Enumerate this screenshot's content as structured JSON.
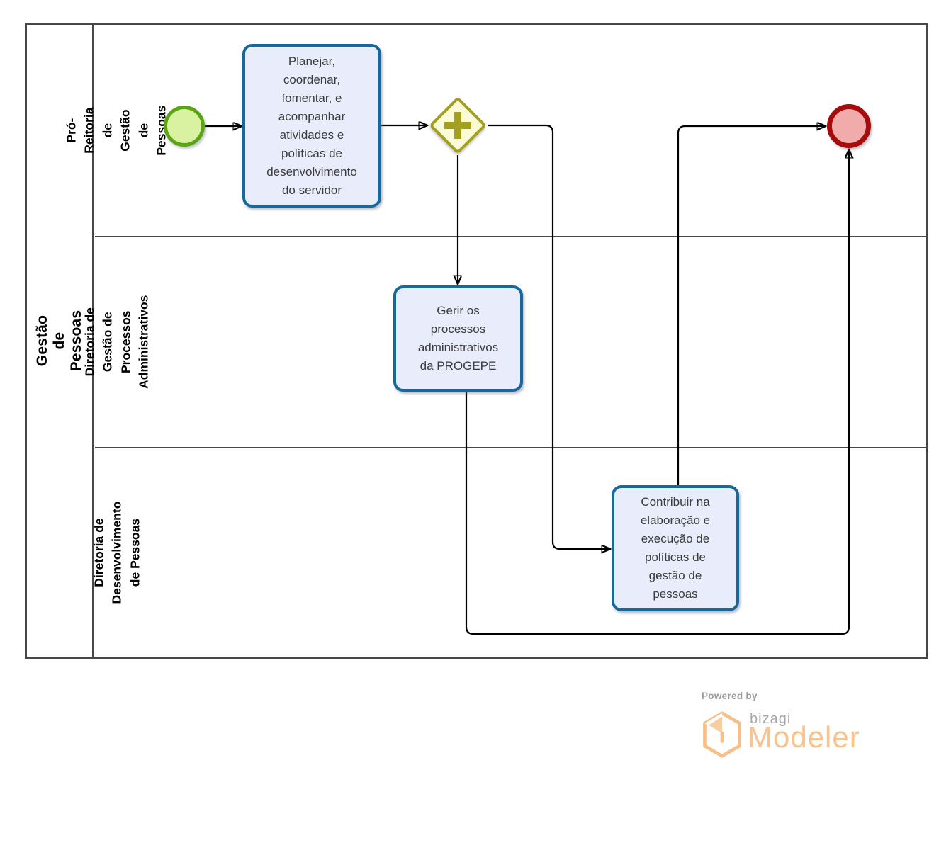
{
  "pool": {
    "title": "Gestão de Pessoas"
  },
  "lanes": [
    {
      "label": "Pró-Reitoria de Gestão de\nPessoas"
    },
    {
      "label": "Diretoria de Gestão de\nProcessos Administrativos"
    },
    {
      "label": "Diretoria de Desenvolvimento\nde Pessoas"
    }
  ],
  "nodes": {
    "start_event": {
      "type": "start-event"
    },
    "task1": {
      "text": "Planejar,\ncoordenar,\nfomentar, e\nacompanhar\natividades e\npolíticas de\ndesenvolvimento\ndo servidor"
    },
    "gateway": {
      "type": "parallel-gateway"
    },
    "task2": {
      "text": "Gerir os\nprocessos\nadministrativos\nda PROGEPE"
    },
    "task3": {
      "text": "Contribuir na\nelaboração e\nexecução de\npolíticas de\ngestão de\npessoas"
    },
    "end_event": {
      "type": "end-event"
    }
  },
  "colors": {
    "task_fill": "#e9edfb",
    "task_border": "#16699c",
    "start_fill": "#d9f2a2",
    "start_border": "#5ba414",
    "end_fill": "#f2abab",
    "end_border": "#a50d0d",
    "gateway_fill": "#fbfbd7",
    "gateway_border": "#a3a01d",
    "pool_border": "#474747",
    "flow_stroke": "#000000",
    "logo_orange": "#f9c28e",
    "logo_gray": "#a8a8a8"
  },
  "branding": {
    "powered_by": "Powered by",
    "brand": "bizagi",
    "product": "Modeler"
  }
}
